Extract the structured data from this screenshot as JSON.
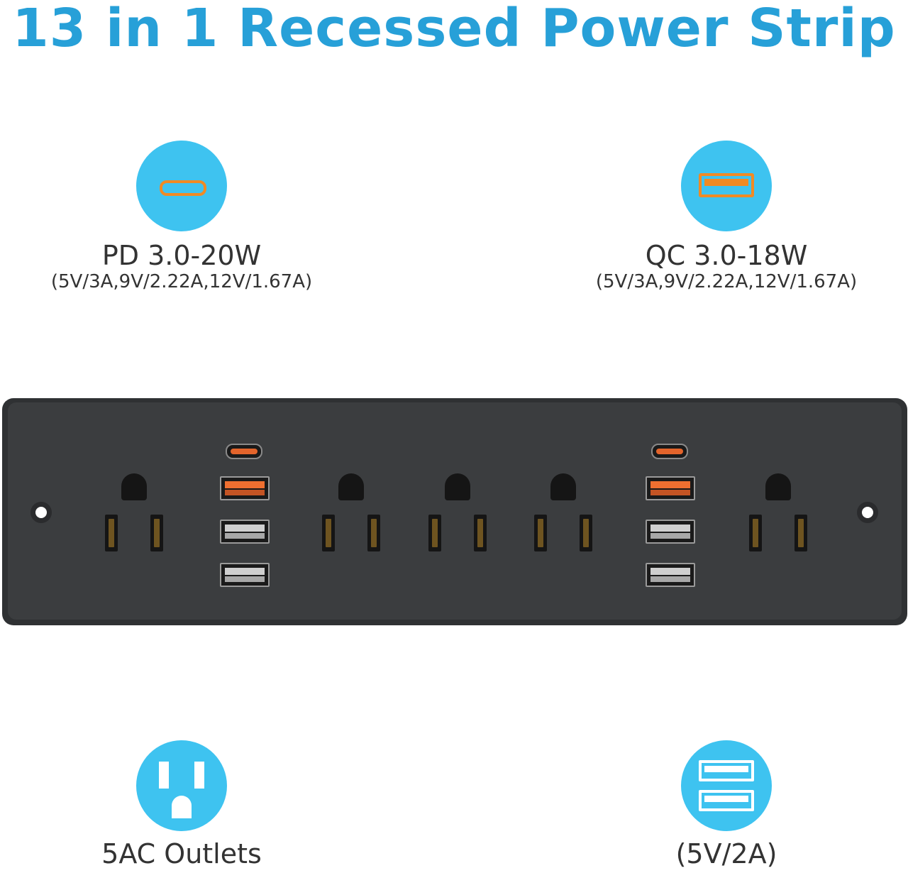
{
  "title": "13 in 1 Recessed Power Strip",
  "colors": {
    "title": "#27a0d8",
    "icon_circle": "#3ec3f0",
    "usb_accent": "#f08a24",
    "strip_body": "#3b3d3f"
  },
  "features": {
    "pd": {
      "icon": "usb-c-icon",
      "label": "PD 3.0-20W",
      "spec": "(5V/3A,9V/2.22A,12V/1.67A)"
    },
    "qc": {
      "icon": "usb-a-icon",
      "label": "QC 3.0-18W",
      "spec": "(5V/3A,9V/2.22A,12V/1.67A)"
    },
    "ac": {
      "icon": "ac-outlet-icon",
      "label": "5AC Outlets"
    },
    "usb": {
      "icon": "dual-usb-a-icon",
      "label": "(5V/2A)"
    }
  },
  "power_strip": {
    "ac_outlets": 5,
    "usb_c_ports": 2,
    "qc_usb_a_ports": 2,
    "standard_usb_a_ports": 4
  }
}
